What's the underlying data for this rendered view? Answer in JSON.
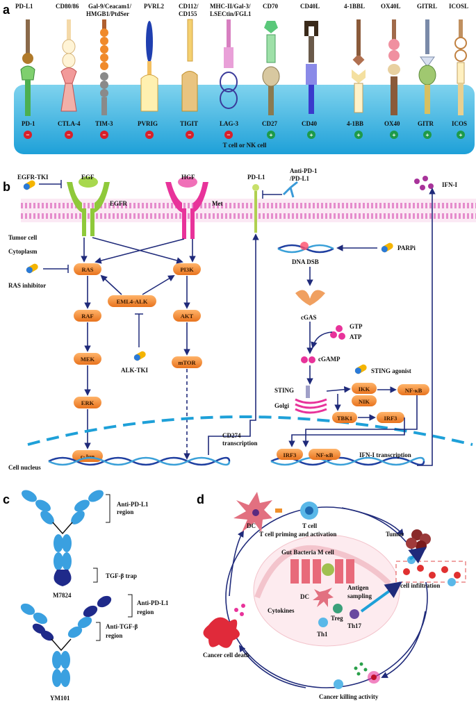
{
  "panels": {
    "a": "a",
    "b": "b",
    "c": "c",
    "d": "d"
  },
  "panel_a": {
    "ligands": [
      "PD-L1",
      "CD80/86",
      "Gal-9/Ceacam1/",
      "HMGB1/PtdSer",
      "PVRL2",
      "CD112/",
      "CD155",
      "MHC-II/Gal-3/",
      "LSECtin/FGL1",
      "CD70",
      "CD40L",
      "4-1BBL",
      "OX40L",
      "GITRL",
      "ICOSL"
    ],
    "receptors": [
      "PD-1",
      "CTLA-4",
      "TIM-3",
      "PVRIG",
      "TIGIT",
      "LAG-3",
      "CD27",
      "CD40",
      "4-1BB",
      "OX40",
      "GITR",
      "ICOS"
    ],
    "cell_label": "T cell or NK cell",
    "minus": "−",
    "plus": "+"
  },
  "panel_b": {
    "egfr_tki": "EGFR-TKI",
    "egf": "EGF",
    "egfr": "EGFR",
    "hgf": "HGF",
    "met": "Met",
    "pdl1": "PD-L1",
    "anti_pd1_1": "Anti-PD-1",
    "anti_pd1_2": "/PD-L1",
    "ifn": "IFN-I",
    "tumor_cell": "Tumor cell",
    "cytoplasm": "Cytoplasm",
    "ras_inhibitor": "RAS inhibitor",
    "ras": "RAS",
    "pi3k": "PI3K",
    "eml4": "EML4-ALK",
    "raf": "RAF",
    "akt": "AKT",
    "mek": "MEK",
    "mtor": "mTOR",
    "alk_tki": "ALK-TKI",
    "erk": "ERK",
    "cjun": "c-Jun",
    "cell_nucleus": "Cell nucleus",
    "cd274_1": "CD274",
    "cd274_2": "transcription",
    "dna_dsb": "DNA DSB",
    "parpi": "PARPi",
    "cgas": "cGAS",
    "gtp": "GTP",
    "atp": "ATP",
    "cgamp": "cGAMP",
    "sting_agonist": "STING agonist",
    "sting": "STING",
    "golgi": "Golgi",
    "ikk": "IKK",
    "nik": "NIK",
    "nfkb": "NF-κB",
    "tbk1": "TBK1",
    "irf3": "IRF3",
    "ifn_trans": "IFN-I transcription"
  },
  "panel_c": {
    "anti_pdl1_1": "Anti-PD-L1",
    "region": "region",
    "tgf_trap": "TGF-β trap",
    "m7824": "M7824",
    "anti_tgf": "Anti-TGF-β",
    "ym101": "YM101"
  },
  "panel_d": {
    "dc": "DC",
    "tcell": "T cell",
    "priming": "T cell priming and activation",
    "tumor": "Tumor",
    "gut": "Gut Bacteria M cell",
    "antigen_1": "Antigen",
    "antigen_2": "sampling",
    "infiltration": "T cell infiltration",
    "cytokines": "Cytokines",
    "treg": "Treg",
    "th1": "Th1",
    "th17": "Th17",
    "death": "Cancer cell death",
    "killing": "Cancer killing activity"
  }
}
